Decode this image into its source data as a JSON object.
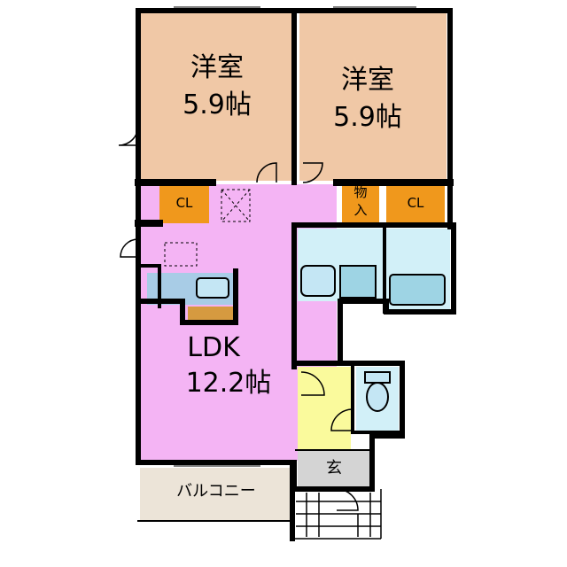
{
  "rooms": {
    "western_left": {
      "name": "洋室",
      "size": "5.9帖"
    },
    "western_right": {
      "name": "洋室",
      "size": "5.9帖"
    },
    "closet_left": {
      "label": "CL"
    },
    "closet_right": {
      "label": "CL"
    },
    "storage": {
      "label_top": "物",
      "label_bottom": "入"
    },
    "ldk": {
      "name": "LDK",
      "size": "12.2帖"
    },
    "entrance": {
      "label": "玄"
    },
    "balcony": {
      "label": "バルコニー"
    }
  },
  "colors": {
    "western": "#f0c8a6",
    "ldk": "#f4b4f4",
    "closet": "#f0981c",
    "wet_area": "#d2f0f8",
    "hall": "#fafa9c",
    "entrance": "#d4d4d4",
    "balcony": "#ece4d8",
    "kitchen_counter": "#a8cce6",
    "wall": "#000000"
  }
}
